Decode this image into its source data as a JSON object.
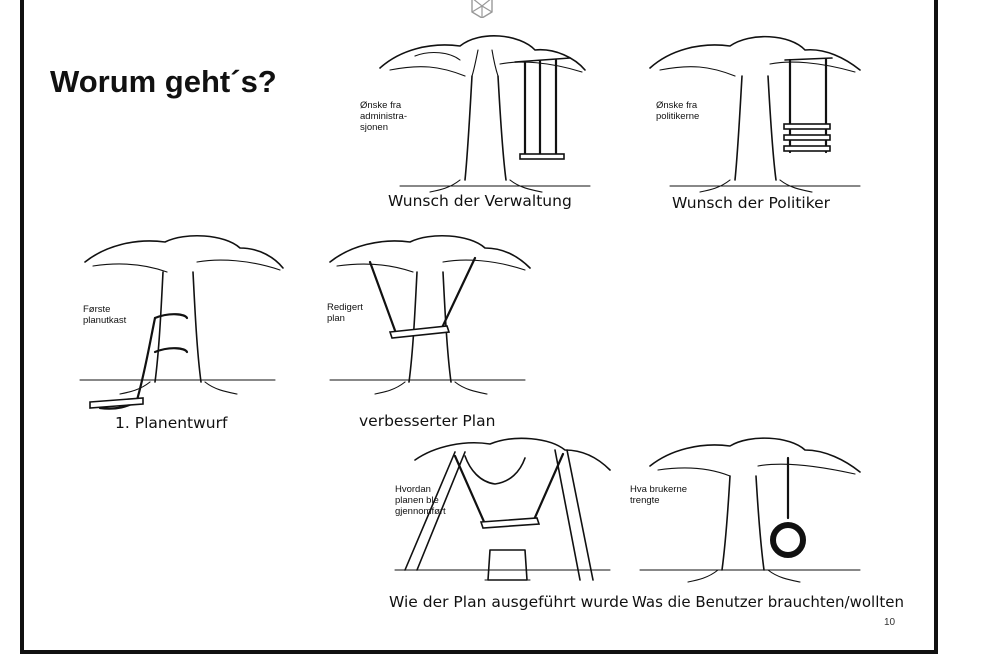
{
  "slide": {
    "title": "Worum geht´s?",
    "page_number": "10"
  },
  "panels": [
    {
      "id": "verwaltung",
      "note": "Ønske fra\nadministra-\nsjonen",
      "caption": "Wunsch der Verwaltung"
    },
    {
      "id": "politiker",
      "note": "Ønske fra\npolitikerne",
      "caption": "Wunsch der Politiker"
    },
    {
      "id": "planentwurf",
      "note": "Første\nplanutkast",
      "caption": "1. Planentwurf"
    },
    {
      "id": "verbesserter-plan",
      "note": "Redigert\nplan",
      "caption": "verbesserter Plan"
    },
    {
      "id": "ausgefuehrt",
      "note": "Hvordan\nplanen ble\ngjennomført",
      "caption": "Wie der Plan ausgeführt wurde"
    },
    {
      "id": "benutzer",
      "note": "Hva brukerne\ntrengte",
      "caption": "Was die Benutzer brauchten/wollten"
    }
  ]
}
